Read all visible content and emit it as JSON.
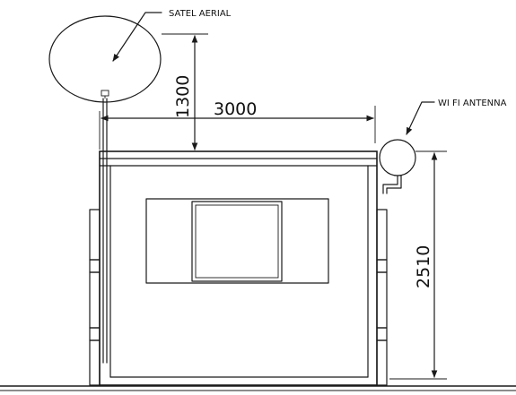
{
  "labels": {
    "satel_aerial": "SATEL AERIAL",
    "wifi_antenna": "WI FI ANTENNA"
  },
  "dimensions": {
    "width": "3000",
    "mast_height": "1300",
    "cabin_height": "2510"
  },
  "colors": {
    "line": "#1a1a1a",
    "background": "#ffffff"
  }
}
